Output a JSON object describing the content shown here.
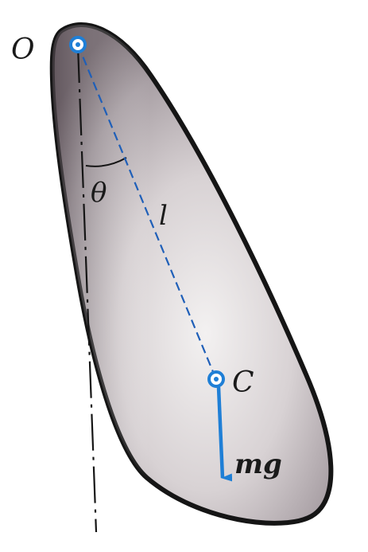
{
  "labels": {
    "pivot": "O",
    "angle": "θ",
    "length": "l",
    "center_of_mass": "C",
    "weight": "mg"
  },
  "colors": {
    "accent": "#1f7fd6",
    "outline": "#151515",
    "body_fill": "#bdb7ba"
  }
}
